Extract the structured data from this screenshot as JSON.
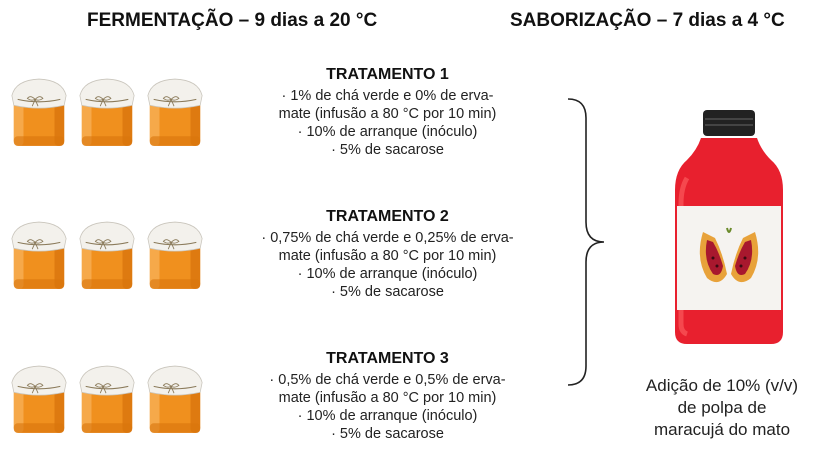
{
  "headers": {
    "left": "FERMENTAÇÃO – 9 dias a 20 °C",
    "right": "SABORIZAÇÃO – 7 dias a 4 °C"
  },
  "treatments": [
    {
      "title": "TRATAMENTO 1",
      "lines": [
        "· 1% de chá verde e 0% de erva-",
        "mate (infusão a 80 °C por 10 min)",
        "· 10% de arranque (inóculo)",
        "· 5% de sacarose"
      ]
    },
    {
      "title": "TRATAMENTO 2",
      "lines": [
        "· 0,75% de chá verde e 0,25% de erva-",
        "mate (infusão a 80 °C por 10 min)",
        "· 10% de arranque (inóculo)",
        "· 5% de sacarose"
      ]
    },
    {
      "title": "TRATAMENTO 3",
      "lines": [
        "· 0,5% de chá verde e 0,5% de erva-",
        "mate (infusão a 80 °C por 10 min)",
        "· 10% de arranque (inóculo)",
        "· 5% de sacarose"
      ]
    }
  ],
  "caption": {
    "line1": "Adição de 10% (v/v)",
    "line2": "de polpa de",
    "line3": "maracujá do mato"
  },
  "colors": {
    "jar_liquid": "#f0901e",
    "jar_liquid_dark": "#d9740c",
    "jar_cloth": "#f3f1ec",
    "bottle_red": "#e8202e",
    "bottle_cap": "#222222",
    "label_white": "#f5f3f0",
    "fruit_orange": "#e8a23a",
    "fruit_red": "#a8182e"
  },
  "icons": {
    "jar": "kombucha-jar-icon",
    "bottle": "juice-bottle-icon",
    "fruit": "passion-fruit-icon",
    "brace": "right-curly-brace"
  }
}
